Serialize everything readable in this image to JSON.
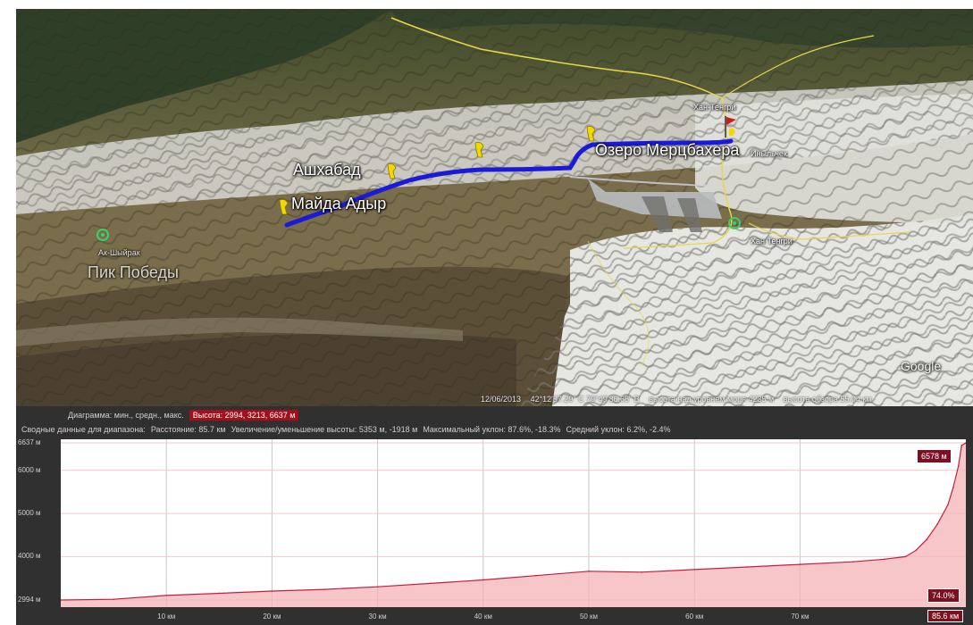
{
  "map": {
    "labels": {
      "paka_aksu": "Ашхабад",
      "uchkol": "Ак-Шыйрак",
      "lake": "Озеро Мерцбахера",
      "peak": "Хан-Тенгри",
      "lower_left": "Пик Победы",
      "village": "Майда Адыр",
      "right_small": "Иныльчек",
      "right_small2": "Хан Тенгри",
      "bottom_right": "Google"
    },
    "status": {
      "date": "12/06/2013",
      "coords": "42°12'37.29\" С 79°49'36.66\" В",
      "elevation": "высота над уровнем моря 4235 м",
      "eye": "высота обзора 55.04 км"
    },
    "colors": {
      "route": "#1a1adb",
      "pin": "#f2d800",
      "pin_red": "#d11b1b",
      "road": "#e6d84a"
    }
  },
  "elevation_panel": {
    "header_row1": {
      "prefix": "Диаграмма: мин., средн., макс.",
      "badge": "Высота: 2994, 3213, 6637 м"
    },
    "header_row2": {
      "summary": "Сводные данные для диапазона:",
      "distance": "Расстояние: 85.7 км",
      "gain": "Увеличение/уменьшение высоты: 5353 м, -1918 м",
      "max_slope": "Максимальный уклон: 87.6%, -18.3%",
      "avg_slope": "Средний уклон: 6.2%, -2.4%"
    },
    "hover_value": "6578 м",
    "slope_badge": "74.0%",
    "distance_badge": "85.6 км",
    "colors": {
      "fill": "#f4b3b6",
      "line": "#c81e3a",
      "badge": "#7a1020"
    }
  },
  "chart_data": {
    "type": "area",
    "title": "",
    "xlabel": "",
    "ylabel": "",
    "xlim": [
      0,
      85.7
    ],
    "ylim": [
      2994,
      6637
    ],
    "y_ticks": [
      {
        "value": 6637,
        "label": "6637 м"
      },
      {
        "value": 6000,
        "label": "6000 м"
      },
      {
        "value": 5000,
        "label": "5000 м"
      },
      {
        "value": 4000,
        "label": "4000 м"
      },
      {
        "value": 2994,
        "label": "2994 м"
      }
    ],
    "x_ticks": [
      {
        "value": 10,
        "label": "10 км"
      },
      {
        "value": 20,
        "label": "20 км"
      },
      {
        "value": 30,
        "label": "30 км"
      },
      {
        "value": 40,
        "label": "40 км"
      },
      {
        "value": 50,
        "label": "50 км"
      },
      {
        "value": 60,
        "label": "60 км"
      },
      {
        "value": 70,
        "label": "70 км"
      }
    ],
    "series": [
      {
        "x": [
          0,
          5,
          10,
          15,
          20,
          25,
          30,
          35,
          40,
          45,
          50,
          55,
          60,
          65,
          70,
          75,
          78,
          80,
          81,
          82,
          83,
          84,
          84.5,
          85,
          85.3,
          85.7
        ],
        "y": [
          2994,
          3010,
          3100,
          3150,
          3200,
          3240,
          3300,
          3380,
          3460,
          3560,
          3660,
          3640,
          3700,
          3760,
          3820,
          3880,
          3940,
          4000,
          4150,
          4400,
          4750,
          5200,
          5600,
          6100,
          6578,
          6637
        ]
      }
    ]
  }
}
